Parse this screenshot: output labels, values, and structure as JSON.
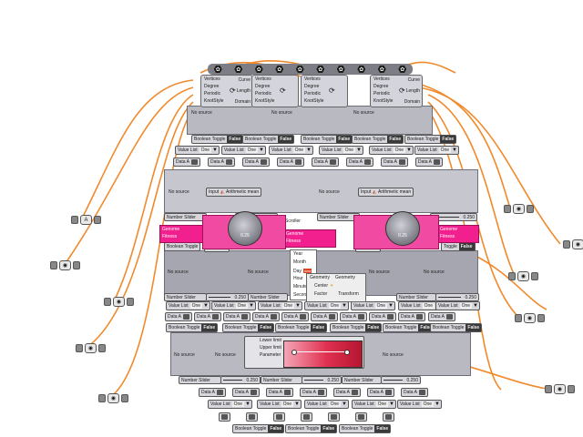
{
  "colors": {
    "wire": "#f08a2c",
    "canvas": "#ffffff",
    "genome_pink": "#f21f8f",
    "panel_grey": "#b9b9c2"
  },
  "top_header": {
    "icons": [
      "hex-icon",
      "hex-icon",
      "hex-icon",
      "hex-icon",
      "hex-icon",
      "hex-icon",
      "hex-icon",
      "hex-icon",
      "hex-icon",
      "hex-icon",
      "hex-icon",
      "hex-icon"
    ]
  },
  "curve_component": {
    "inputs": [
      "Vertices",
      "Degree",
      "Periodic",
      "KnotStyle"
    ],
    "outputs": [
      "Curve",
      "Length",
      "Domain"
    ]
  },
  "no_source": "No source",
  "boolean_toggle": {
    "label": "Boolean Toggle",
    "value": "False"
  },
  "value_list": {
    "label": "Value List",
    "value": "One"
  },
  "data_area": {
    "label": "Data A"
  },
  "input_arith": {
    "input": "Input",
    "label": "Arithmetic mean"
  },
  "number_slider": {
    "label": "Number Slider",
    "value": "0.250"
  },
  "dial": {
    "value": "0.25"
  },
  "genome": {
    "genome": "Genome",
    "fitness": "Fitness"
  },
  "scroller_label": "Scroller",
  "date_menu": [
    "Year",
    "Month",
    "Day",
    "Hour",
    "Minute",
    "Second"
  ],
  "date_badge": "now",
  "geometry_menu": [
    "Geometry",
    "Center",
    "Factor",
    "Transform"
  ],
  "gradient_map": {
    "inputs": [
      "Lower limit",
      "Upper limit",
      "Parameter"
    ]
  },
  "toggle_short": "Toggle"
}
